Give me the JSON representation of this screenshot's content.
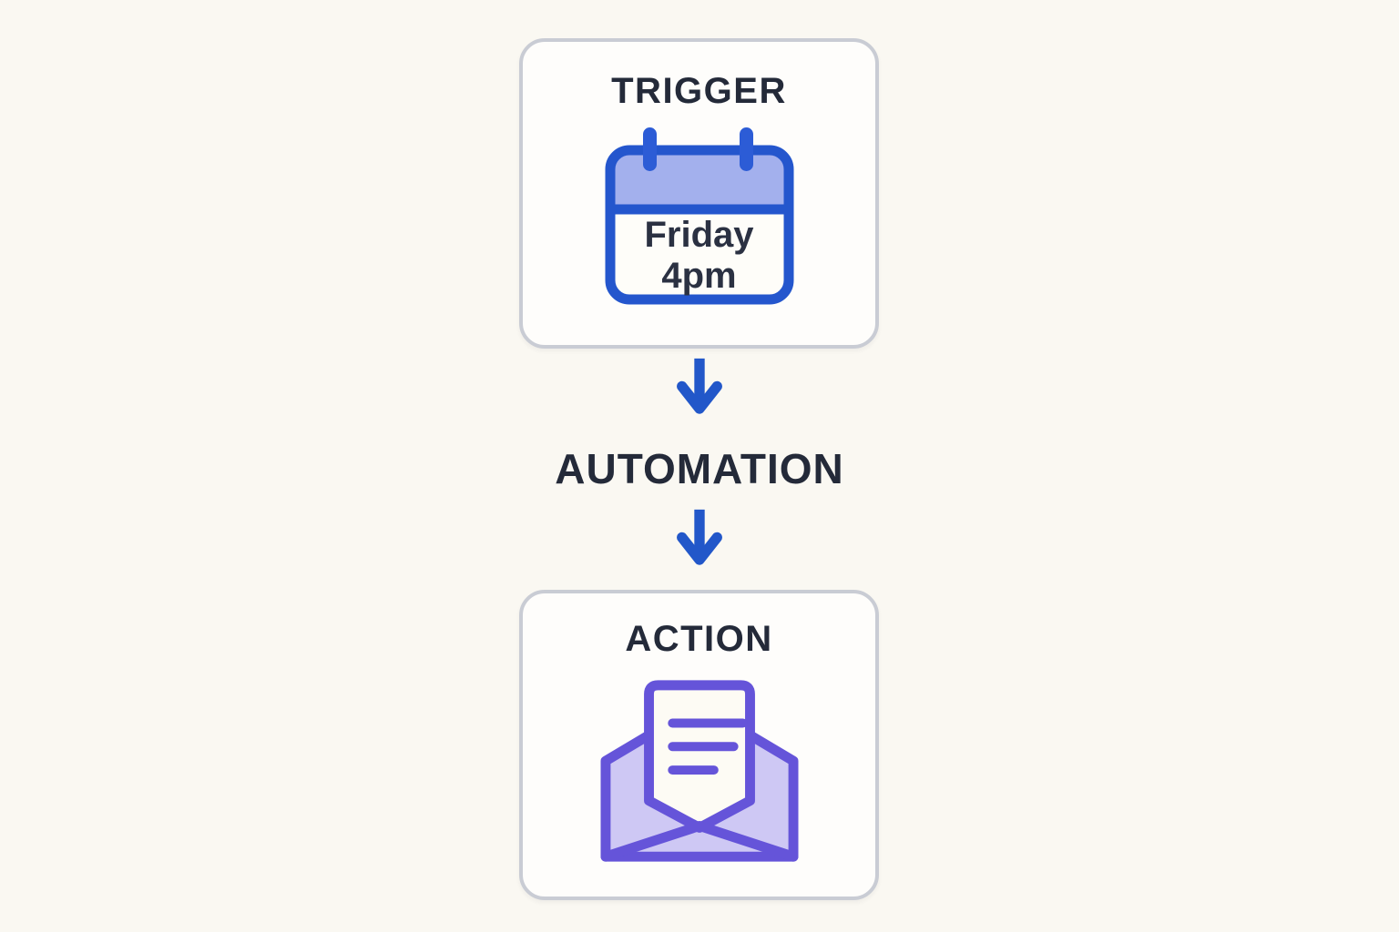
{
  "page": {
    "background_color": "#faf8f2",
    "card_background": "#fefdfb",
    "card_border_color": "#c9ccd4",
    "title_text_color": "#242a39"
  },
  "diagram": {
    "trigger": {
      "label": "TRIGGER",
      "icon": "calendar-icon",
      "schedule": {
        "day": "Friday",
        "time": "4pm"
      },
      "calendar_colors": {
        "outline": "#2456cd",
        "header_fill": "#a3b0ed",
        "body_fill": "#fefdf9"
      }
    },
    "connector": {
      "label": "AUTOMATION",
      "arrow_color": "#2257c9",
      "arrow_direction": "down",
      "arrow_count": 2
    },
    "action": {
      "label": "ACTION",
      "icon": "email-icon",
      "envelope_colors": {
        "outline": "#6554d9",
        "fill": "#cec8f4",
        "paper_fill": "#fdfbf4"
      }
    }
  }
}
